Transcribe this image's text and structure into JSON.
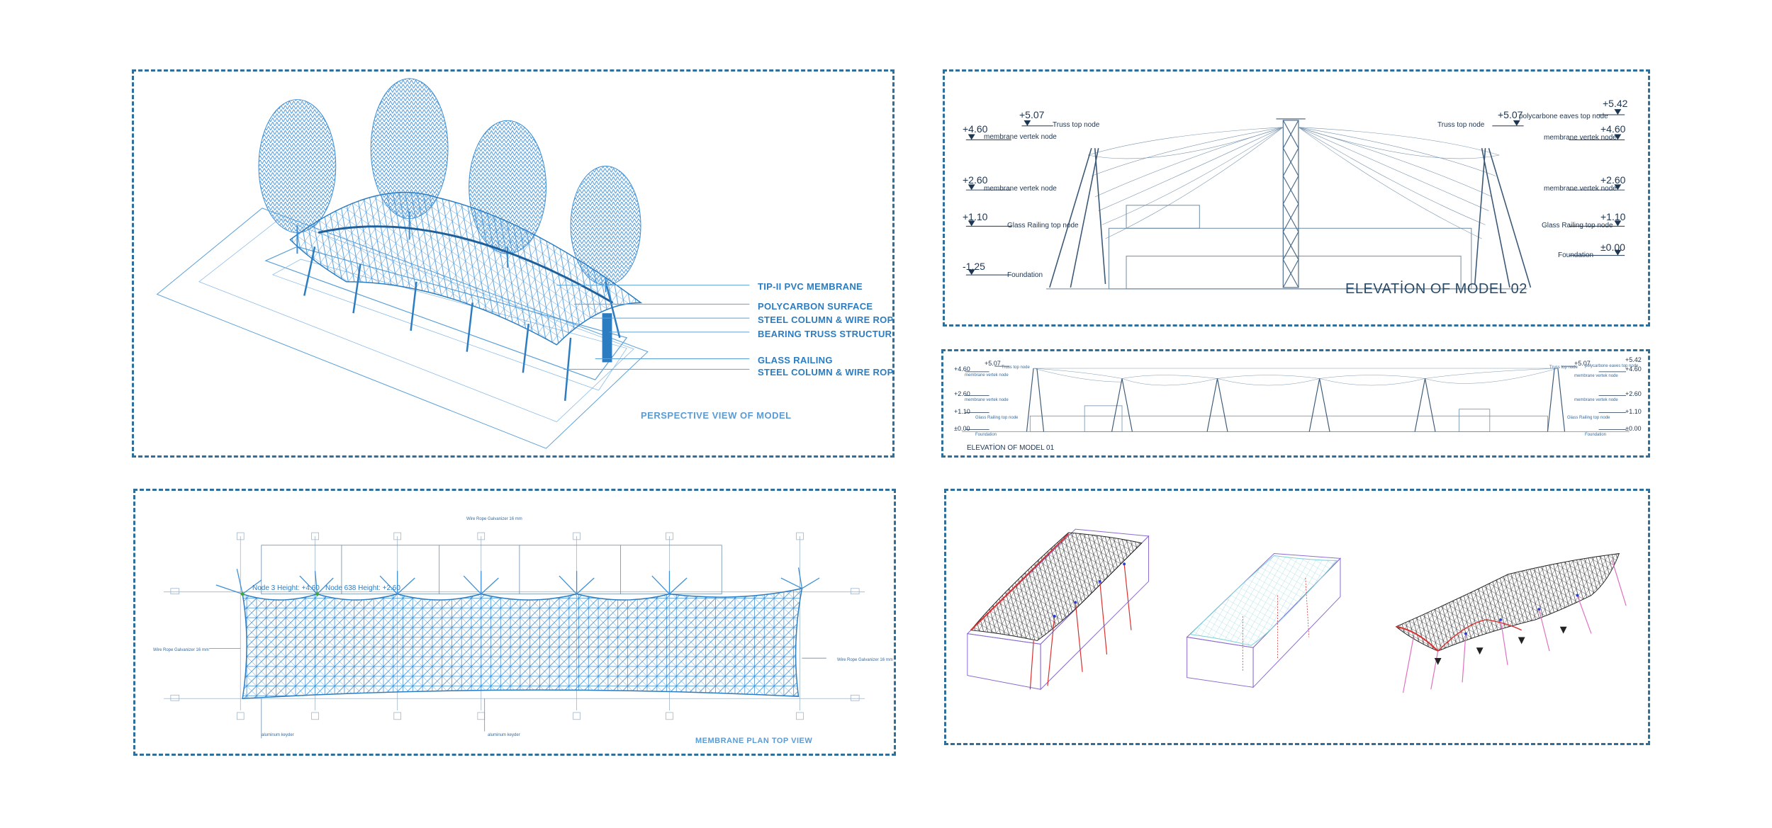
{
  "perspective": {
    "title": "PERSPECTIVE VIEW OF MODEL",
    "callouts": [
      "TIP-II PVC MEMBRANE",
      "POLYCARBON SURFACE",
      "STEEL  COLUMN & WIRE ROPE",
      "BEARING TRUSS STRUCTURE",
      "GLASS RAILING",
      "STEEL  COLUMN & WIRE ROPE"
    ]
  },
  "elevation02": {
    "title": "ELEVATİON OF MODEL 02",
    "left_levels": [
      {
        "value": "+4.60",
        "label": "membrane vertek node"
      },
      {
        "value": "+2.60",
        "label": "membrane vertek node"
      },
      {
        "value": "+1.10",
        "label": "Glass Railing top node"
      },
      {
        "value": "-1.25",
        "label": "Foundation"
      }
    ],
    "left_top": {
      "value": "+5.07",
      "label": "Truss top node"
    },
    "right_top": {
      "value": "+5.07",
      "label": "Truss top node"
    },
    "right_eaves": {
      "value": "+5.42",
      "label": "polycarbone eaves top node"
    },
    "right_levels": [
      {
        "value": "+4.60",
        "label": "membrane vertek node"
      },
      {
        "value": "+2.60",
        "label": "membrane vertek node"
      },
      {
        "value": "+1.10",
        "label": "Glass Railing top node"
      },
      {
        "value": "±0.00",
        "label": "Foundation"
      }
    ]
  },
  "elevation01": {
    "title": "ELEVATİON OF MODEL 01",
    "left_top": {
      "value": "+5.07",
      "label": "Truss top node"
    },
    "right_top": {
      "value": "+5.07",
      "label": "Truss top node"
    },
    "right_eaves": {
      "value": "+5.42",
      "label": "polycarbone eaves top node"
    },
    "left_levels": [
      {
        "value": "+4.60",
        "label": "membrane vertek node"
      },
      {
        "value": "+2.60",
        "label": "membrane vertek node"
      },
      {
        "value": "+1.10",
        "label": "Glass Railing top node"
      },
      {
        "value": "±0.00",
        "label": "Foundation"
      }
    ],
    "right_levels": [
      {
        "value": "+4.60",
        "label": "membrane vertek node"
      },
      {
        "value": "+2.60",
        "label": "membrane vertek node"
      },
      {
        "value": "+1.10",
        "label": "Glass Railing top node"
      },
      {
        "value": "±0.00",
        "label": "Foundation"
      }
    ]
  },
  "plan": {
    "title": "MEMBRANE PLAN TOP VIEW",
    "top_note": "Wire Rope Galvanizer 16 mm",
    "left_note": "Wire Rope Galvanizer 16 mm",
    "right_note": "Wire Rope Galvanizer 16 mm",
    "node_a": "Node 3  Height: +4.60",
    "node_b": "Node 638  Height: +2.60",
    "bottom_note_a": "aluminum keyder",
    "bottom_note_b": "aluminum keyder"
  }
}
